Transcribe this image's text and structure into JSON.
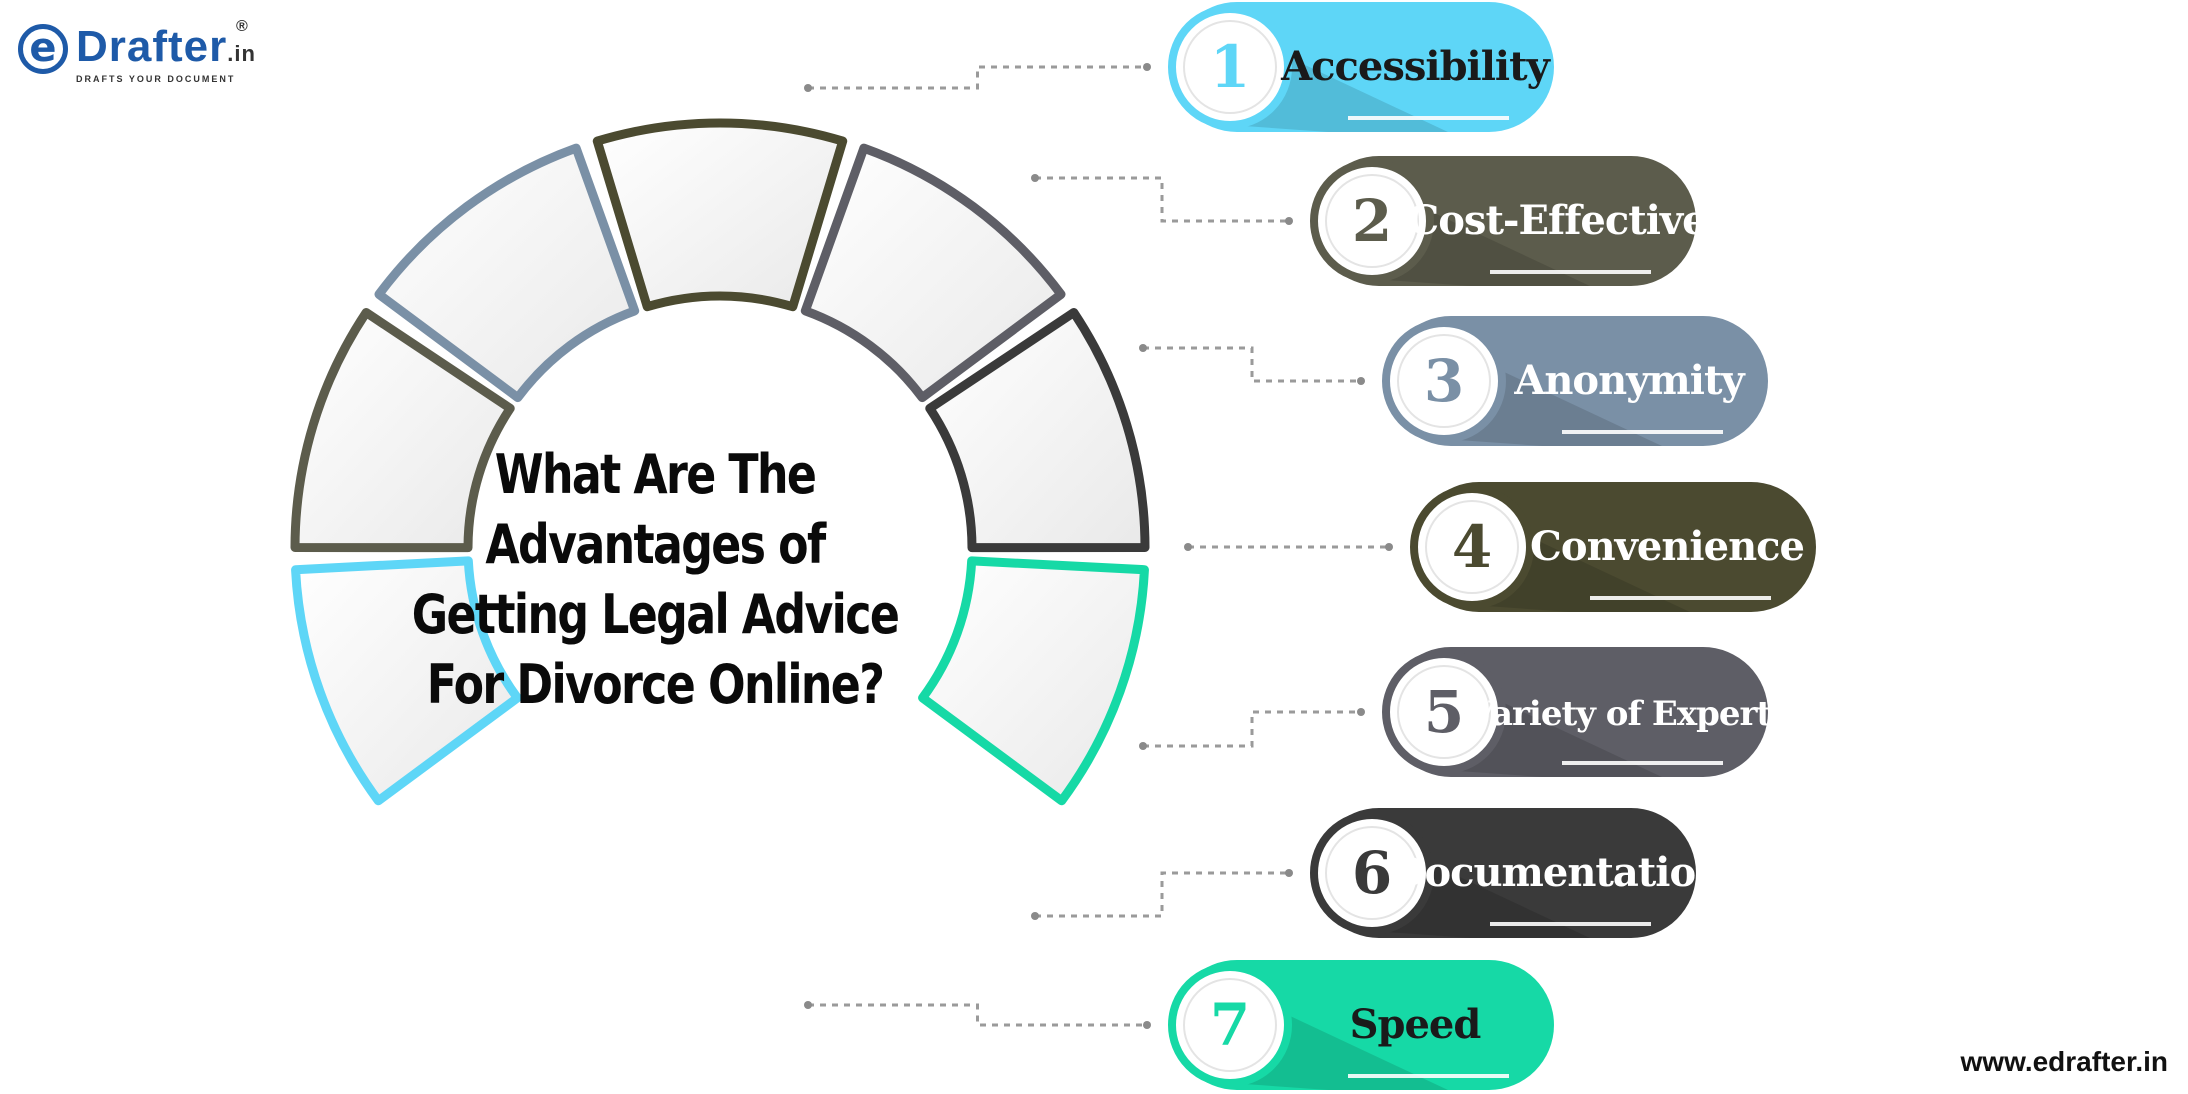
{
  "brand": {
    "name": "Drafter",
    "domain": ".in",
    "reg": "®",
    "tagline": "DRAFTS YOUR DOCUMENT"
  },
  "title": "What Are The Advantages of Getting Legal Advice For Divorce Online?",
  "footer_url": "www.edrafter.in",
  "items": [
    {
      "number": "1",
      "label": "Accessibility",
      "color": "#5ed6f7",
      "text_color": "#1a1a1a"
    },
    {
      "number": "2",
      "label": "Cost-Effective",
      "color": "#5c5c4c",
      "text_color": "#ffffff"
    },
    {
      "number": "3",
      "label": "Anonymity",
      "color": "#7a90a6",
      "text_color": "#ffffff"
    },
    {
      "number": "4",
      "label": "Convenience",
      "color": "#4b4a30",
      "text_color": "#ffffff"
    },
    {
      "number": "5",
      "label": "Variety of Experts",
      "color": "#5e5e66",
      "text_color": "#ffffff"
    },
    {
      "number": "6",
      "label": "Documentation",
      "color": "#3a3a3a",
      "text_color": "#ffffff"
    },
    {
      "number": "7",
      "label": "Speed",
      "color": "#16d9a6",
      "text_color": "#1a1a1a"
    }
  ]
}
